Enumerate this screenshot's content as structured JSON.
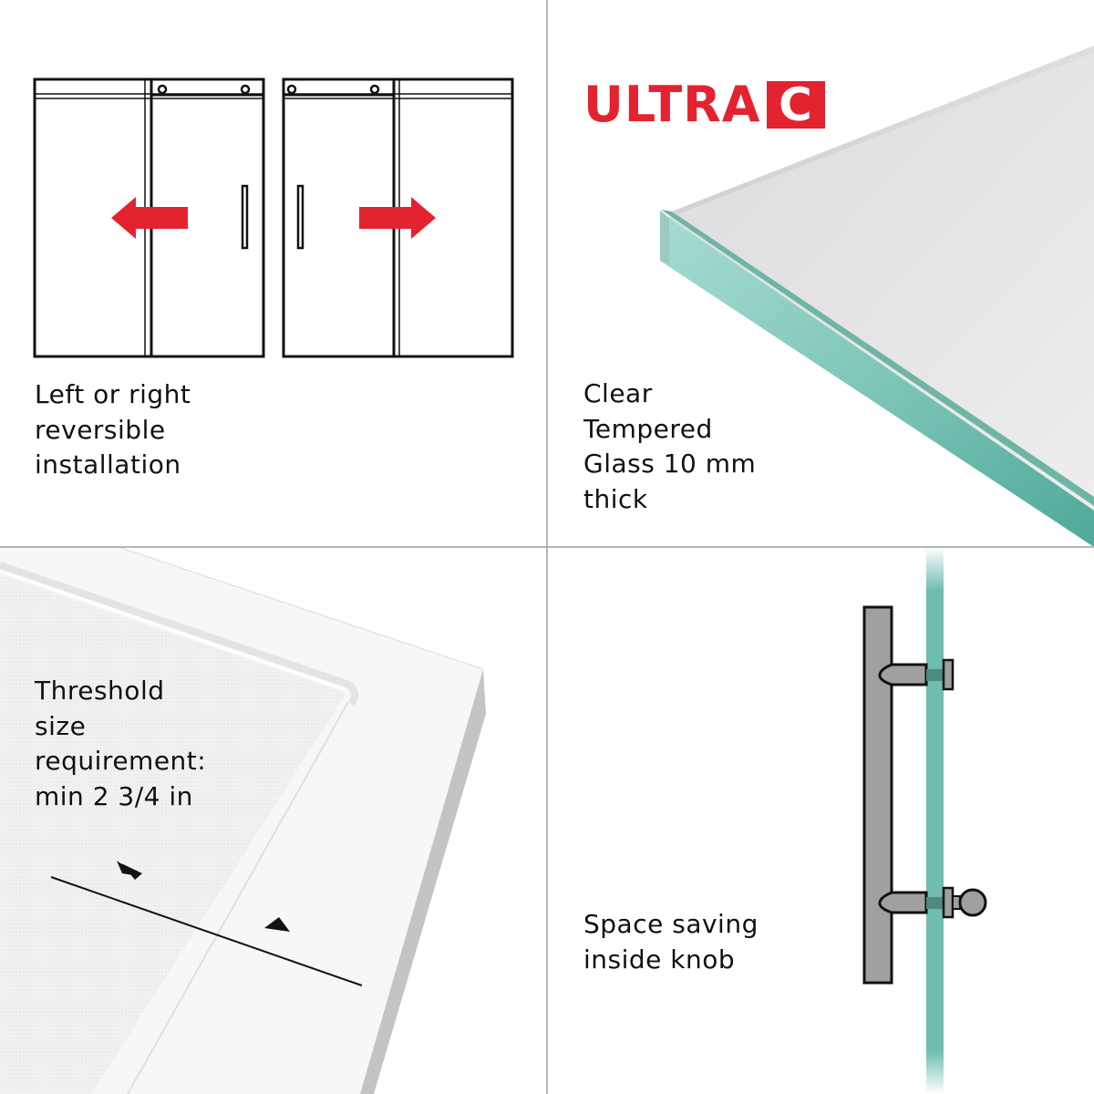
{
  "brand": {
    "logo_text": "ULTRA",
    "logo_box_letter": "C",
    "color": "#e32330"
  },
  "panels": [
    {
      "id": "reversible",
      "caption": [
        "Left or right",
        "reversible",
        "installation"
      ],
      "icons": [
        "door-left-icon",
        "arrow-left-icon",
        "door-right-icon",
        "arrow-right-icon"
      ]
    },
    {
      "id": "glass",
      "caption": [
        "Clear",
        "Tempered",
        "Glass 10 mm",
        "thick"
      ],
      "glass_edge_color": "#5fb3a3"
    },
    {
      "id": "threshold",
      "caption": [
        "Threshold",
        "size",
        "requirement:",
        "min 2 3/4 in"
      ]
    },
    {
      "id": "knob",
      "caption": [
        "Space saving",
        "inside knob"
      ],
      "handle_color": "#a0a0a0",
      "glass_color": "#6fbcb1"
    }
  ],
  "colors": {
    "divider": "#b4b4b4",
    "arrow_red": "#e32330"
  }
}
